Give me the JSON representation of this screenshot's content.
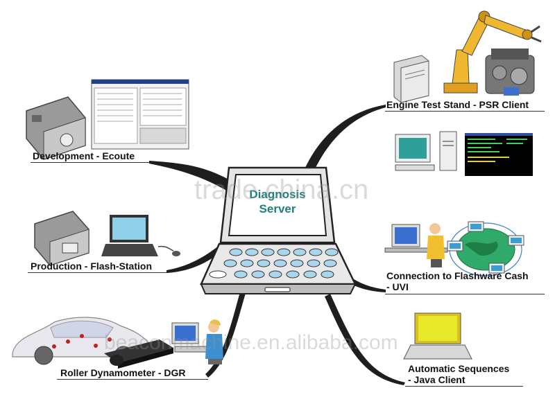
{
  "center": {
    "line1": "Diagnosis",
    "line2": "Server"
  },
  "nodes": {
    "development": "Development - Ecoute",
    "production": "Production - Flash-Station",
    "roller": "Roller Dynamometer - DGR",
    "engine": "Engine Test Stand - PSR Client",
    "flashware_line1": "Connection to Flashware Cash",
    "flashware_line2": "- UVI",
    "automatic_line1": "Automatic Sequences",
    "automatic_line2": "- Java Client"
  },
  "watermarks": {
    "top": "trade.china.cn",
    "bottom": "beaconmachine.en.alibaba.com"
  },
  "icons": [
    "ecu-unit-icon",
    "software-window-icon",
    "laptop-mouse-icon",
    "car-cutaway-icon",
    "conveyor-icon",
    "operator-workstation-icon",
    "server-tower-icon",
    "robot-arm-icon",
    "engine-icon",
    "desktop-pc-icon",
    "terminal-screen-icon",
    "network-globe-icon",
    "laptop-icon"
  ],
  "colors": {
    "accent_text": "#1f7f7a",
    "line": "#222222",
    "laptop_screen": "#ffffff",
    "keys": "#a9d6ec"
  }
}
